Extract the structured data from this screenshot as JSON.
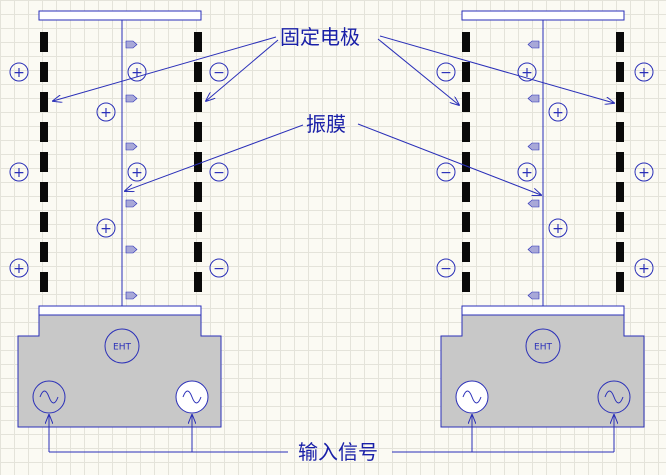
{
  "labels": {
    "fixed_electrode": "固定电极",
    "diaphragm": "振膜",
    "input_signal": "输入信号",
    "eht": "EHT"
  },
  "symbols": {
    "plus": "+",
    "minus": "−"
  },
  "colors": {
    "line": "#2a2fb8",
    "electrode": "#0a0a0a",
    "housing": "#c8c8c8",
    "arrow_fill": "#a8a8d8",
    "background": "#fbfaf3"
  },
  "icons": {
    "ac_source": "sine-wave-icon",
    "eht_supply": "eht-icon"
  }
}
